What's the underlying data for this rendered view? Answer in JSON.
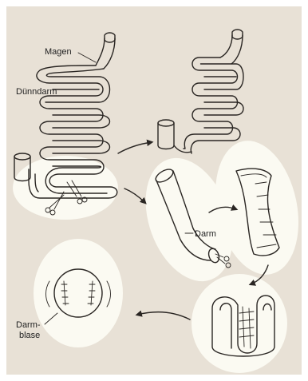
{
  "labels": {
    "magen": "Magen",
    "duenndarm": "Dünndarm",
    "darm": "Darm",
    "darmblase_line1": "Darm-",
    "darmblase_line2": "blase"
  },
  "colors": {
    "background": "#e8e1d6",
    "blob": "#fbfaf2",
    "ink": "#2a2623",
    "frame": "#ffffff"
  },
  "icons": {
    "scissors": "scissors-icon",
    "arrow": "curved-arrow"
  }
}
